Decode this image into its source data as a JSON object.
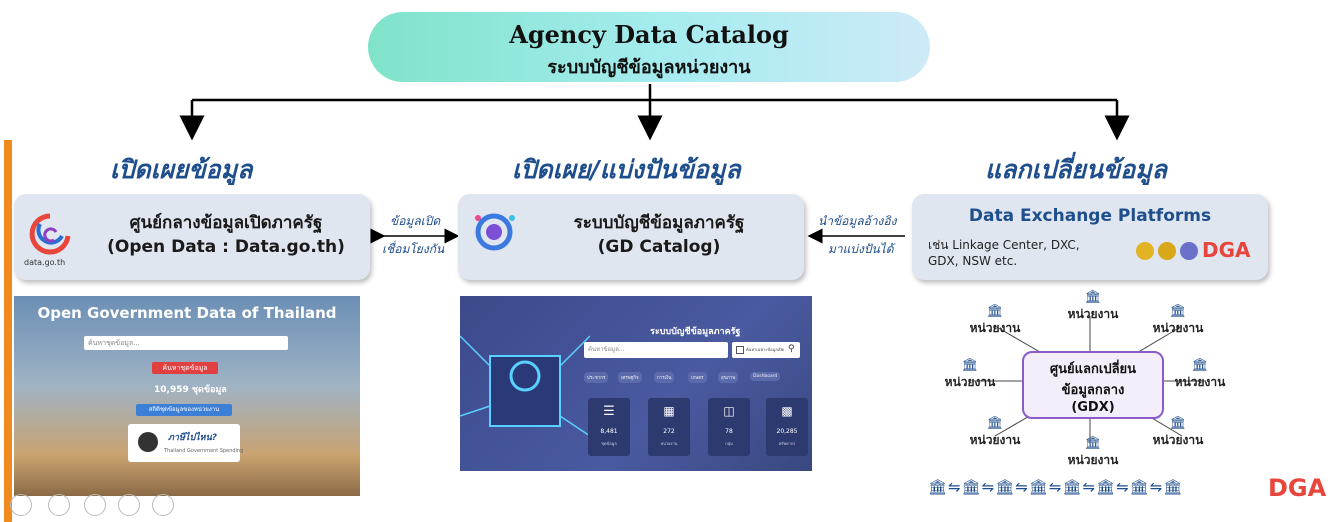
{
  "title": {
    "en": "Agency Data Catalog",
    "th": "ระบบบัญชีข้อมูลหน่วยงาน"
  },
  "columns": {
    "left_heading": "เปิดเผยข้อมูล",
    "center_heading": "เปิดเผย/แบ่งปันข้อมูล",
    "right_heading": "แลกเปลี่ยนข้อมูล"
  },
  "left_card": {
    "line1": "ศูนย์กลางข้อมูลเปิดภาครัฐ",
    "line2": "(Open Data : Data.go.th)",
    "logo_text": "data.go.th"
  },
  "center_card": {
    "line1": "ระบบบัญชีข้อมูลภาครัฐ",
    "line2": "(GD Catalog)"
  },
  "right_card": {
    "title": "Data Exchange Platforms",
    "line1": "เช่น Linkage Center, DXC,",
    "line2": "GDX, NSW etc.",
    "dga": "DGA"
  },
  "arrow_left": {
    "top": "ข้อมูลเปิด",
    "bottom": "เชื่อมโยงกัน"
  },
  "arrow_right": {
    "top": "นำข้อมูลอ้างอิง",
    "bottom": "มาแบ่งปันได้"
  },
  "gdx": {
    "line1": "ศูนย์แลกเปลี่ยน",
    "line2": "ข้อมูลกลาง",
    "line3": "(GDX)"
  },
  "agency_label": "หน่วยงาน",
  "ogd": {
    "title": "Open Government Data of Thailand",
    "search_placeholder": "ค้นหาชุดข้อมูล...",
    "search_button": "ค้นหาชุดข้อมูล",
    "count": "10,959 ชุดข้อมูล",
    "secondary_button": "สถิติชุดข้อมูลของหน่วยงาน",
    "banner_title": "ภาษีไปไหน?",
    "banner_sub": "Thailand Government Spending"
  },
  "gdc": {
    "title": "ระบบบัญชีข้อมูลภาครัฐ",
    "search_placeholder": "ค้นหาข้อมูล...",
    "checkbox_label": "ค้นหาเฉพาะข้อมูลเปิด",
    "chips": [
      "ประชากร",
      "เศรษฐกิจ",
      "การเงิน",
      "เกษตร",
      "สุขภาพ",
      "Dashboard"
    ],
    "stats": [
      {
        "value": "8,481",
        "label": "ชุดข้อมูล"
      },
      {
        "value": "272",
        "label": "หน่วยงาน"
      },
      {
        "value": "78",
        "label": "กลุ่ม"
      },
      {
        "value": "20,285",
        "label": "ทรัพยากร"
      }
    ]
  },
  "bottom_dga": "DGA",
  "colors": {
    "heading": "#1f4e8c",
    "accent_orange": "#f08a1e",
    "card_bg": "#dfe6ef",
    "gdx_border": "#8a5bc9"
  }
}
